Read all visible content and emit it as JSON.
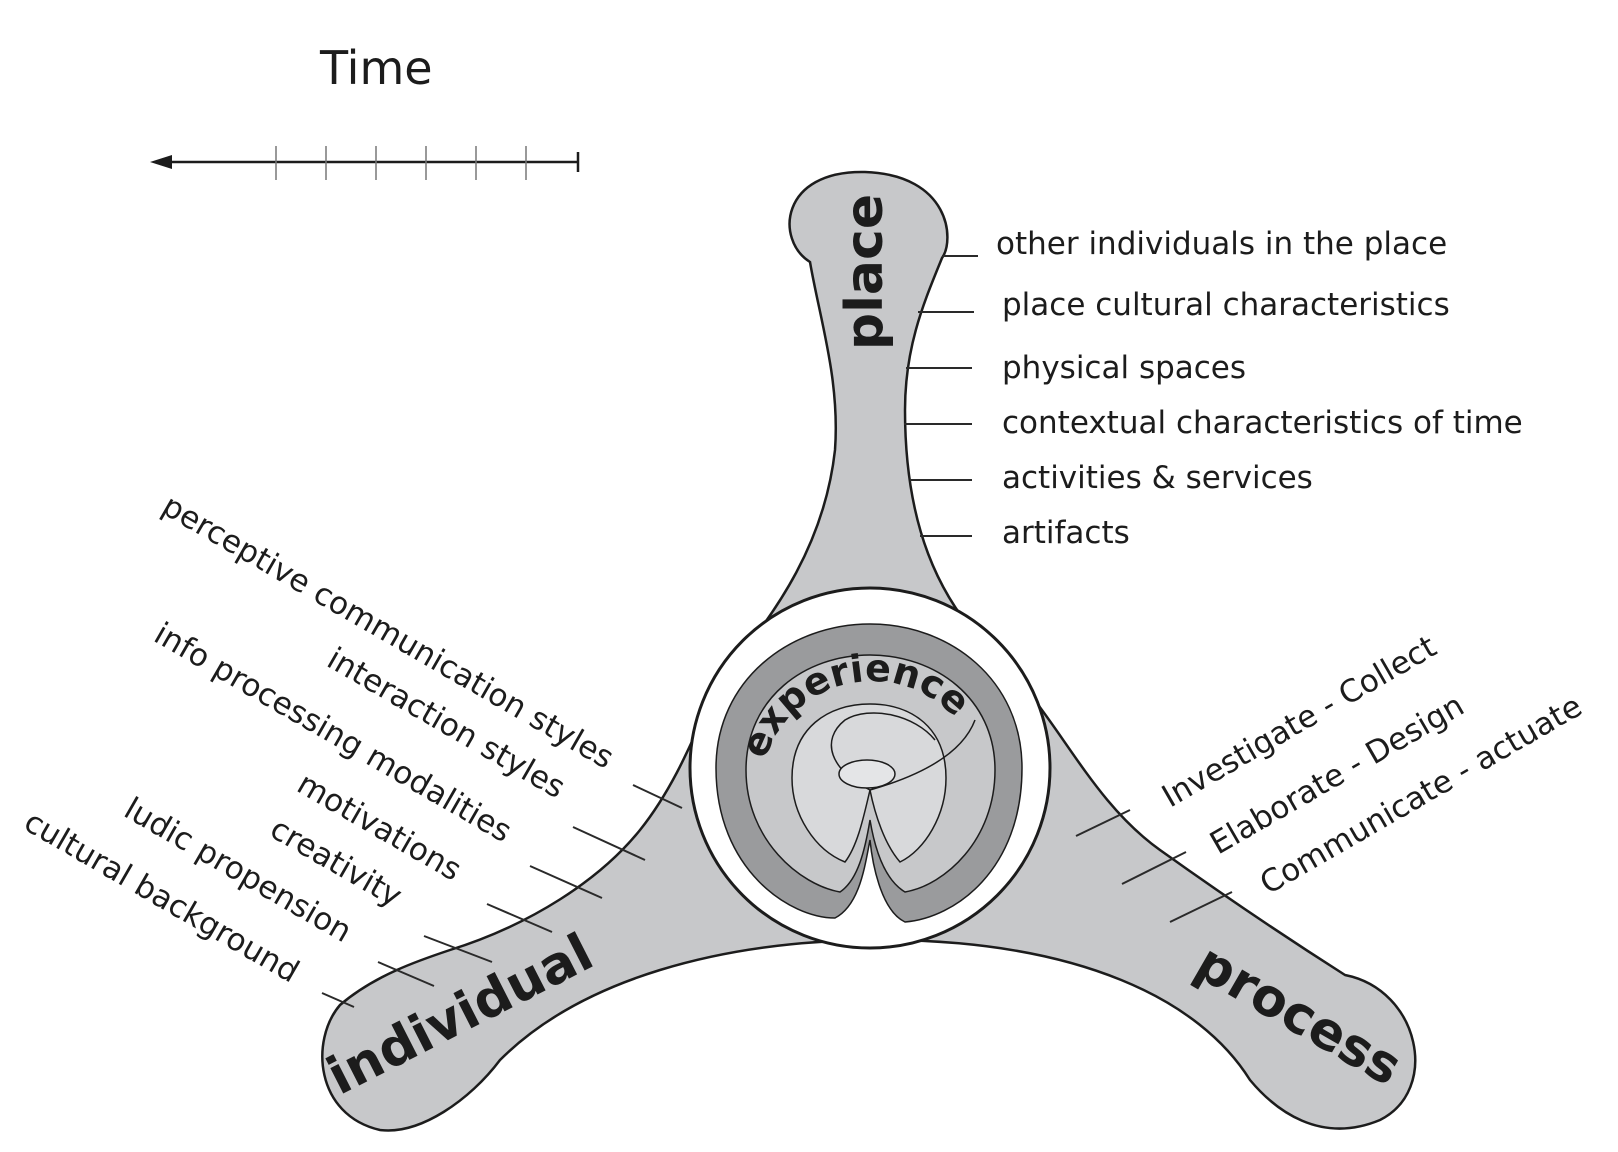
{
  "time_axis": {
    "label": "Time"
  },
  "hubs": {
    "place": "place",
    "individual": "individual",
    "process": "process",
    "center": "experience"
  },
  "place_factors": [
    "other individuals in the place",
    "place cultural characteristics",
    "physical spaces",
    "contextual characteristics of time",
    "activities & services",
    "artifacts"
  ],
  "individual_factors": [
    "perceptive communication styles",
    "interaction styles",
    "info processing modalities",
    "motivations",
    "creativity",
    "ludic propension",
    "cultural background"
  ],
  "process_phases": [
    "Investigate - Collect",
    "Elaborate - Design",
    "Communicate - actuate"
  ],
  "colors": {
    "shape_fill": "#c7c8ca",
    "ring_dark": "#9a9b9d",
    "core_light": "#d8d9db",
    "center_light": "#e4e5e7",
    "outline": "#1c1c1c"
  }
}
